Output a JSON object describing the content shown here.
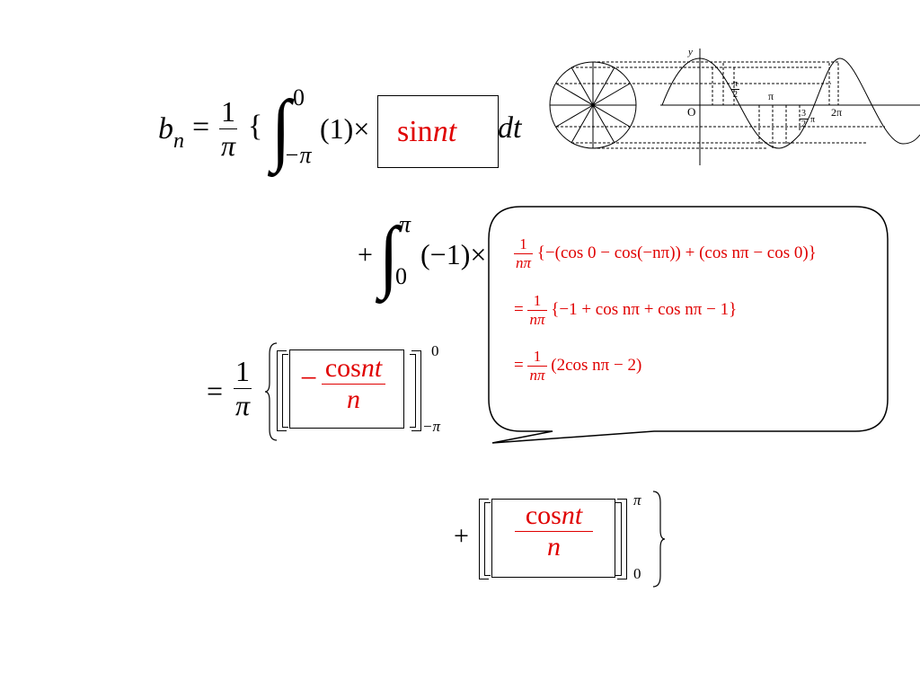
{
  "eq1": {
    "lhs_b": "b",
    "lhs_sub": "n",
    "eq": "=",
    "frac_num": "1",
    "frac_den": "π",
    "brace": "{",
    "int_upper": "0",
    "int_lower": "−π",
    "factor": "(1)×",
    "boxed": "sin",
    "boxed_it": "nt",
    "dt": "dt"
  },
  "eq2": {
    "plus": "+",
    "int_upper": "π",
    "int_lower": "0",
    "factor": "(−1)×"
  },
  "eq3": {
    "eq": "=",
    "frac_num": "1",
    "frac_den": "π",
    "minus": "−",
    "cos": "cos",
    "cos_it": "nt",
    "den": "n",
    "upper": "0",
    "lower": "−π"
  },
  "eq4": {
    "plus": "+",
    "cos": "cos",
    "cos_it": "nt",
    "den": "n",
    "upper": "π",
    "lower": "0"
  },
  "callout": {
    "line1": {
      "num": "1",
      "den": "nπ",
      "body": "{−(cos 0 − cos(−nπ)) + (cos nπ − cos 0)}"
    },
    "line2": {
      "eq": "=",
      "num": "1",
      "den": "nπ",
      "body": "{−1 + cos nπ + cos nπ − 1}"
    },
    "line3": {
      "eq": "=",
      "num": "1",
      "den": "nπ",
      "body": "(2cos nπ − 2)"
    }
  },
  "figure": {
    "y_label": "y",
    "origin_label": "O",
    "tick_half_pi_num": "π",
    "tick_half_pi_den": "2",
    "tick_pi": "π",
    "tick_three_half_num": "3",
    "tick_three_half_den": "2",
    "tick_three_half_pi": "π",
    "tick_two_pi": "2π"
  }
}
